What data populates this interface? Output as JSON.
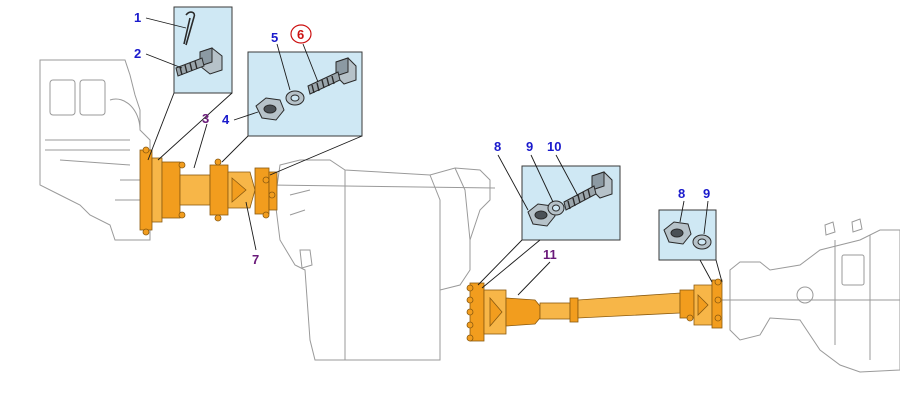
{
  "callouts": [
    {
      "id": "c1",
      "label": "1",
      "color": "blue",
      "highlight": false
    },
    {
      "id": "c2",
      "label": "2",
      "color": "blue",
      "highlight": false
    },
    {
      "id": "c3",
      "label": "3",
      "color": "purple",
      "highlight": false
    },
    {
      "id": "c4",
      "label": "4",
      "color": "blue",
      "highlight": false
    },
    {
      "id": "c5",
      "label": "5",
      "color": "blue",
      "highlight": false
    },
    {
      "id": "c6",
      "label": "6",
      "color": "red",
      "highlight": true
    },
    {
      "id": "c7",
      "label": "7",
      "color": "purple",
      "highlight": false
    },
    {
      "id": "c8a",
      "label": "8",
      "color": "blue",
      "highlight": false
    },
    {
      "id": "c9a",
      "label": "9",
      "color": "blue",
      "highlight": false
    },
    {
      "id": "c10",
      "label": "10",
      "color": "blue",
      "highlight": false
    },
    {
      "id": "c11",
      "label": "11",
      "color": "purple",
      "highlight": false
    },
    {
      "id": "c8b",
      "label": "8",
      "color": "blue",
      "highlight": false
    },
    {
      "id": "c9b",
      "label": "9",
      "color": "blue",
      "highlight": false
    }
  ],
  "colors": {
    "shaft": "#f29d1e",
    "detail_box": "#cfe8f4",
    "label_blue": "#1a1acc",
    "label_purple": "#6a1a7a",
    "label_red": "#cc1111"
  }
}
